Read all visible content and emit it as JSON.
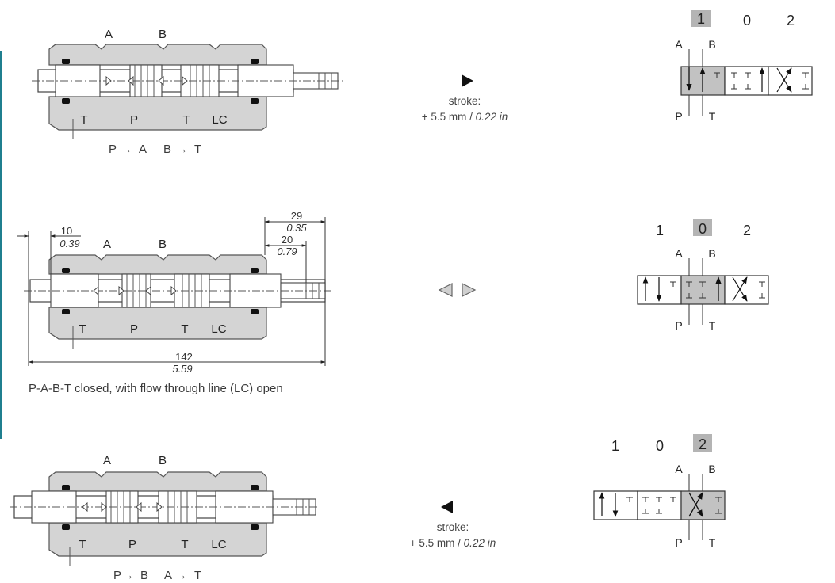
{
  "colors": {
    "accent_bar": "#1f7f8f",
    "body_fill": "#d4d4d4",
    "active_box": "#c2c2c2",
    "arrow": "#111111"
  },
  "positions": [
    {
      "ports_top": [
        "A",
        "B"
      ],
      "ports_bottom": [
        "T",
        "P",
        "T",
        "LC"
      ],
      "caption_parts": [
        "P",
        "→",
        "A",
        "B",
        "→",
        "T"
      ],
      "direction_icon": "triangle-right-icon",
      "stroke_label": "stroke:",
      "stroke_value": "+ 5.5 mm / ",
      "stroke_value_in": "0.22 in",
      "symbol_numbers": [
        "1",
        "0",
        "2"
      ],
      "active_index": 0,
      "symbol_ports_top": [
        "A",
        "B"
      ],
      "symbol_ports_bottom": [
        "P",
        "T"
      ]
    },
    {
      "ports_top": [
        "A",
        "B"
      ],
      "ports_bottom": [
        "T",
        "P",
        "T",
        "LC"
      ],
      "caption": "P-A-B-T closed, with flow through line (LC) open",
      "direction_icon": "triangle-left-right-icon",
      "symbol_numbers": [
        "1",
        "0",
        "2"
      ],
      "active_index": 1,
      "symbol_ports_top": [
        "A",
        "B"
      ],
      "symbol_ports_bottom": [
        "P",
        "T"
      ],
      "dimensions": {
        "d10": {
          "mm": "10",
          "in": "0.39"
        },
        "d29": {
          "mm": "29",
          "in": "0.35"
        },
        "d20": {
          "mm": "20",
          "in": "0.79"
        },
        "d142": {
          "mm": "142",
          "in": "5.59"
        }
      }
    },
    {
      "ports_top": [
        "A",
        "B"
      ],
      "ports_bottom": [
        "T",
        "P",
        "T",
        "LC"
      ],
      "caption_parts": [
        "P",
        "→",
        "B",
        "A",
        "→",
        "T"
      ],
      "direction_icon": "triangle-left-icon",
      "stroke_label": "stroke:",
      "stroke_value": "+ 5.5 mm / ",
      "stroke_value_in": "0.22 in",
      "symbol_numbers": [
        "1",
        "0",
        "2"
      ],
      "active_index": 2,
      "symbol_ports_top": [
        "A",
        "B"
      ],
      "symbol_ports_bottom": [
        "P",
        "T"
      ]
    }
  ]
}
